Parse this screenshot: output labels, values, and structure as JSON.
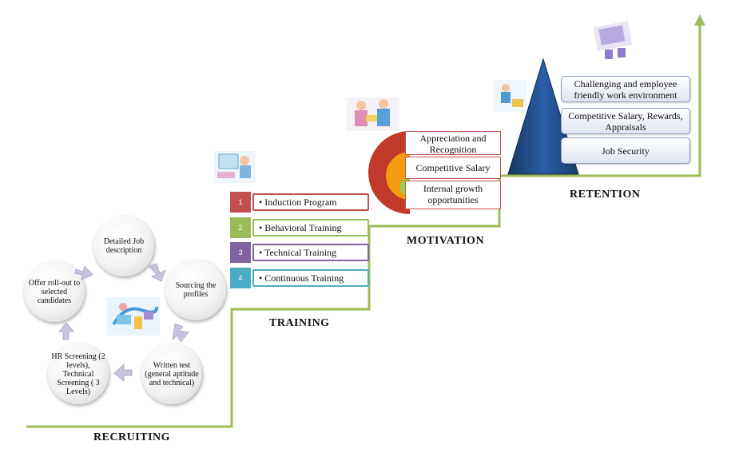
{
  "stages": {
    "recruiting": "RECRUITING",
    "training": "TRAINING",
    "motivation": "MOTIVATION",
    "retention": "RETENTION"
  },
  "recruiting_cycle": [
    "Detailed Job description",
    "Sourcing the profiles",
    "Written test (general aptitude and technical)",
    "HR Screening (2 levels), Technical Screening ( 3 Levels)",
    "Offer roll-out to selected candidates"
  ],
  "training_items": [
    {
      "num": "1",
      "label": "• Induction Program",
      "color": "#c0504d"
    },
    {
      "num": "2",
      "label": "• Behavioral Training",
      "color": "#9bbb59"
    },
    {
      "num": "3",
      "label": "• Technical Training",
      "color": "#8064a2"
    },
    {
      "num": "4",
      "label": "• Continuous Training",
      "color": "#4bacc6"
    }
  ],
  "motivation_items": [
    "Appreciation and Recognition",
    "Competitive Salary",
    "Internal growth opportunities"
  ],
  "retention_items": [
    "Challenging and employee friendly work environment",
    "Competitive Salary, Rewards, Appraisals",
    "Job Security"
  ],
  "colors": {
    "staircase": "#9bbb59",
    "pyramid": "#1f4e8c",
    "motivation_outer": "#c0392b",
    "motivation_middle": "#f39c12",
    "motivation_inner": "#92d050"
  },
  "icons": [
    "clipart-recruiting",
    "clipart-training",
    "clipart-motivation",
    "clipart-retention",
    "clipart-retention-top"
  ]
}
